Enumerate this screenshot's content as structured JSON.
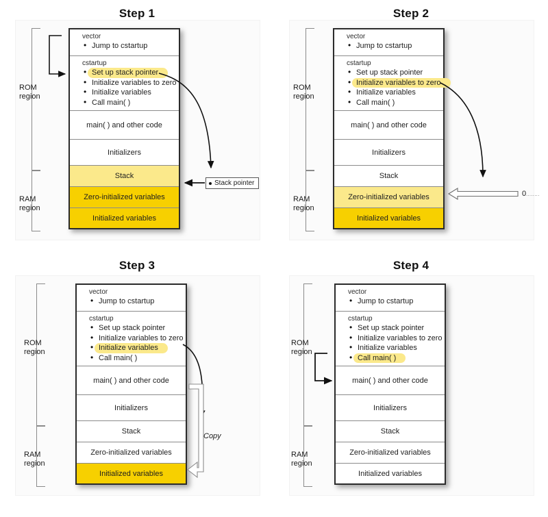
{
  "figure": {
    "title_step1": "Step 1",
    "title_step2": "Step 2",
    "title_step3": "Step 3",
    "title_step4": "Step 4",
    "region_rom": "ROM",
    "region_rom_sub": "region",
    "region_ram": "RAM",
    "region_ram_sub": "region",
    "colors": {
      "highlight": "#fbe98b",
      "band_light": "#fbe98b",
      "band_dark": "#f7d000",
      "box_border": "#2b2b2b",
      "row_divider": "#8b8b8b",
      "bracket": "#8a8a8a",
      "page_bg": "#ffffff",
      "plate_bg": "#fbfbfb"
    }
  },
  "memory_rows": {
    "vector_head": "vector",
    "vector_item": "Jump to cstartup",
    "cstartup_head": "cstartup",
    "cstartup_items": [
      "Set up stack pointer",
      "Initialize variables to zero",
      "Initialize variables",
      "Call main( )"
    ],
    "main_code": "main( ) and other code",
    "initializers": "Initializers",
    "stack": "Stack",
    "zero_init": "Zero-initialized variables",
    "initialized": "Initialized variables"
  },
  "steps": [
    {
      "id": "step1",
      "title": "Step 1",
      "highlight_item_index": 0,
      "highlighted_text": "Set up stack pointer",
      "shaded_bands": [
        {
          "row": "stack",
          "shade": "light"
        },
        {
          "row": "zero_init",
          "shade": "dark"
        },
        {
          "row": "initialized",
          "shade": "dark"
        }
      ],
      "annotations": {
        "stack_pointer_label": "Stack pointer"
      }
    },
    {
      "id": "step2",
      "title": "Step 2",
      "highlight_item_index": 1,
      "highlighted_text": "Initialize variables to zero",
      "shaded_bands": [
        {
          "row": "zero_init",
          "shade": "light"
        },
        {
          "row": "initialized",
          "shade": "dark"
        }
      ],
      "annotations": {
        "zero_label": "0",
        "zero_trail": "........"
      }
    },
    {
      "id": "step3",
      "title": "Step 3",
      "highlight_item_index": 2,
      "highlighted_text": "Initialize variables",
      "shaded_bands": [
        {
          "row": "initialized",
          "shade": "dark"
        }
      ],
      "annotations": {
        "copy_label": "Copy"
      }
    },
    {
      "id": "step4",
      "title": "Step 4",
      "highlight_item_index": 3,
      "highlighted_text": "Call main( )",
      "shaded_bands": [],
      "annotations": {}
    }
  ]
}
